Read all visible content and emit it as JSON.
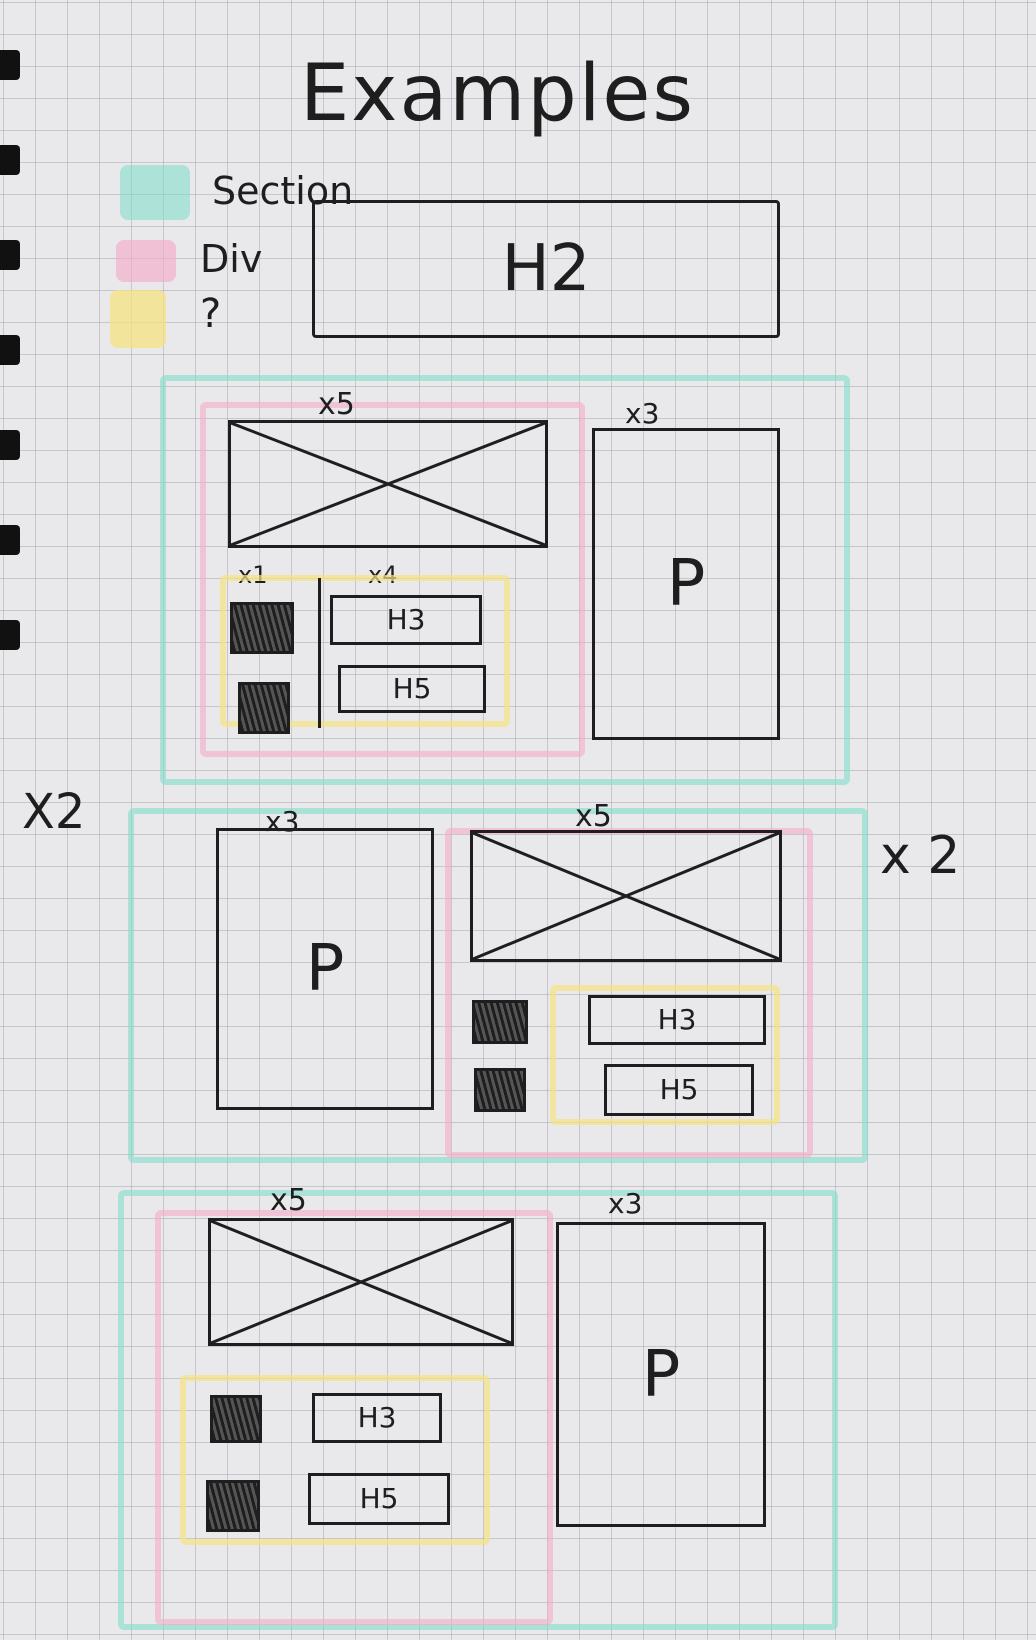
{
  "title": "Examples",
  "legend": {
    "items": [
      {
        "label": "Section",
        "color": "#7cdcc8"
      },
      {
        "label": "Div",
        "color": "#f5aac8"
      },
      {
        "label": "?",
        "color": "#f5e182"
      }
    ]
  },
  "header_box": {
    "label": "H2"
  },
  "row_multiplier_left": "X2",
  "row_multiplier_right": "x 2",
  "blocks": [
    {
      "image_count": "x5",
      "paragraph_count": "x3",
      "icon_count": "x1",
      "heading_count": "x4",
      "heading_primary": "H3",
      "heading_secondary": "H5",
      "paragraph_label": "P"
    },
    {
      "image_count": "x5",
      "paragraph_count": "x3",
      "heading_primary": "H3",
      "heading_secondary": "H5",
      "paragraph_label": "P"
    },
    {
      "image_count": "x5",
      "paragraph_count": "x3",
      "heading_primary": "H3",
      "heading_secondary": "H5",
      "paragraph_label": "P"
    }
  ]
}
